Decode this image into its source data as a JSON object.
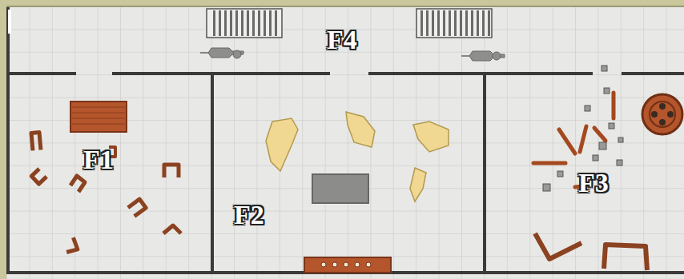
{
  "diagram": {
    "labels": [
      "F1",
      "F2",
      "F3",
      "F4"
    ]
  }
}
